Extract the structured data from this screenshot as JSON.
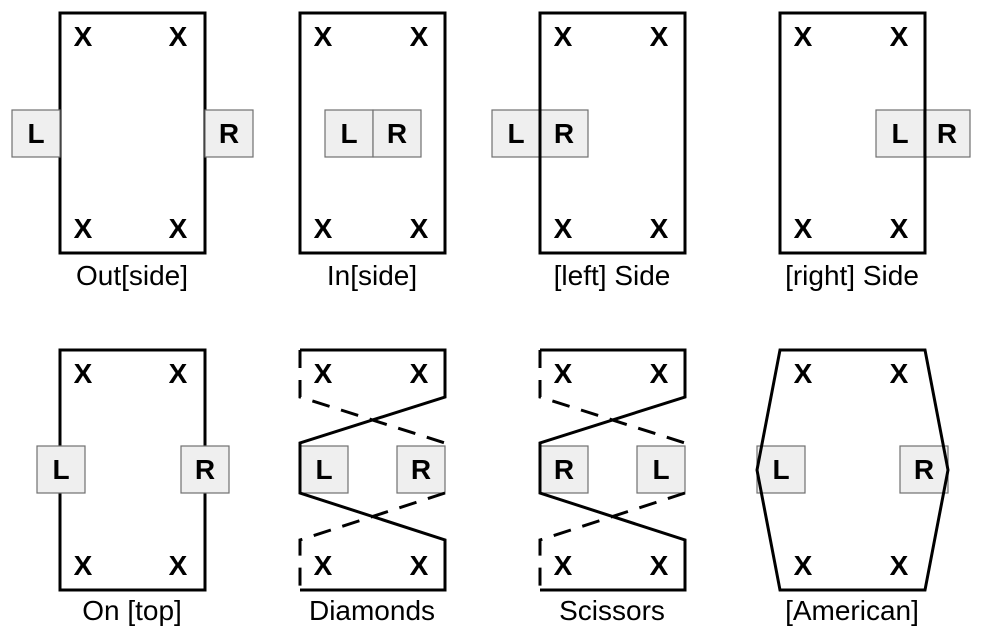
{
  "mark": "X",
  "panels": [
    {
      "id": "outside",
      "caption": "Out[side]",
      "left": "L",
      "right": "R"
    },
    {
      "id": "inside",
      "caption": "In[side]",
      "left": "L",
      "right": "R"
    },
    {
      "id": "left-side",
      "caption": "[left] Side",
      "left": "L",
      "right": "R"
    },
    {
      "id": "right-side",
      "caption": "[right] Side",
      "left": "L",
      "right": "R"
    },
    {
      "id": "on-top",
      "caption": "On [top]",
      "left": "L",
      "right": "R"
    },
    {
      "id": "diamonds",
      "caption": "Diamonds",
      "left": "L",
      "right": "R"
    },
    {
      "id": "scissors",
      "caption": "Scissors",
      "left": "R",
      "right": "L"
    },
    {
      "id": "american",
      "caption": "[American]",
      "left": "L",
      "right": "R"
    }
  ]
}
